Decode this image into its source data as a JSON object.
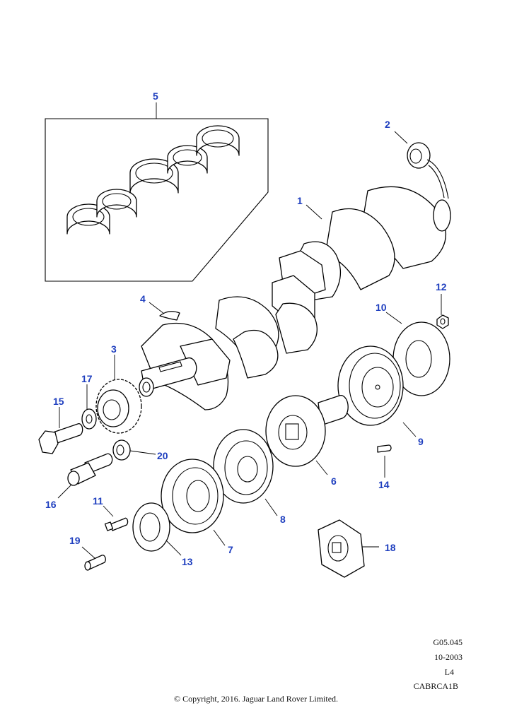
{
  "diagram": {
    "callouts": [
      {
        "id": "1",
        "label": "1"
      },
      {
        "id": "2",
        "label": "2"
      },
      {
        "id": "3",
        "label": "3"
      },
      {
        "id": "4",
        "label": "4"
      },
      {
        "id": "5",
        "label": "5"
      },
      {
        "id": "6",
        "label": "6"
      },
      {
        "id": "7",
        "label": "7"
      },
      {
        "id": "8",
        "label": "8"
      },
      {
        "id": "9",
        "label": "9"
      },
      {
        "id": "10",
        "label": "10"
      },
      {
        "id": "11",
        "label": "11"
      },
      {
        "id": "12",
        "label": "12"
      },
      {
        "id": "13",
        "label": "13"
      },
      {
        "id": "14",
        "label": "14"
      },
      {
        "id": "15",
        "label": "15"
      },
      {
        "id": "16",
        "label": "16"
      },
      {
        "id": "17",
        "label": "17"
      },
      {
        "id": "18",
        "label": "18"
      },
      {
        "id": "19",
        "label": "19"
      },
      {
        "id": "20",
        "label": "20"
      }
    ],
    "callout_color": "#1f3fbf"
  },
  "footer": {
    "code": "G05.045",
    "date": "10-2003",
    "variant": "L4",
    "ref": "CABRCA1B",
    "copyright": "© Copyright, 2016. Jaguar Land Rover Limited."
  }
}
